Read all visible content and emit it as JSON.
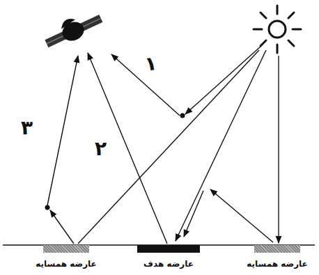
{
  "diagram": {
    "nodes": [
      {
        "text": [
          "عارضه همسایه"
        ]
      },
      {
        "text": [
          "عارضه هدف"
        ]
      },
      {
        "text": [
          "عارضه همسایه"
        ]
      }
    ],
    "labels": [
      "۱",
      "۲",
      "۳"
    ]
  }
}
